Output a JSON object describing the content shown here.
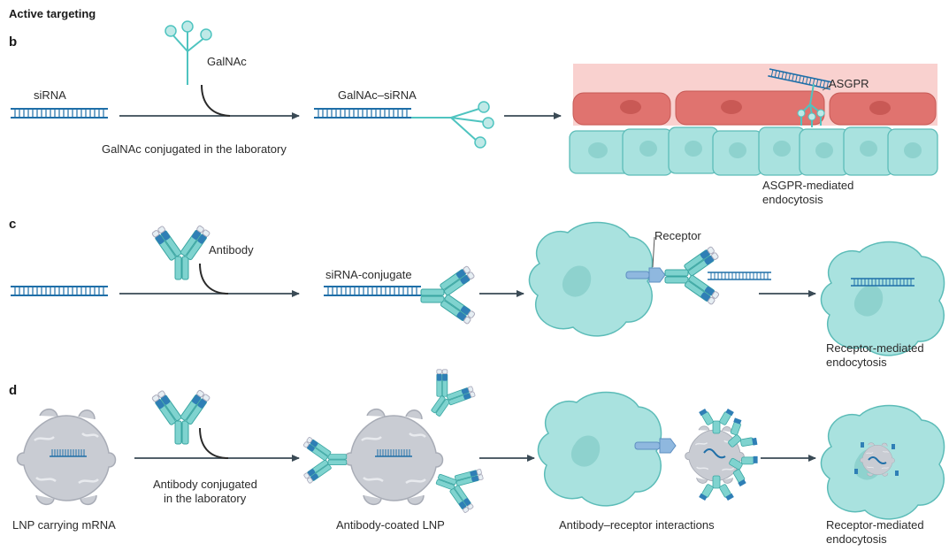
{
  "header": {
    "title": "Active targeting"
  },
  "panels": {
    "b": {
      "letter": "b",
      "sirna": "siRNA",
      "galnac": "GalNAc",
      "conjugated_note": "GalNAc conjugated in the laboratory",
      "galnac_sirna": "GalNAc–siRNA",
      "asgpr": "ASGPR",
      "outcome_line1": "ASGPR-mediated",
      "outcome_line2": "endocytosis"
    },
    "c": {
      "letter": "c",
      "antibody": "Antibody",
      "sirna_conjugate": "siRNA-conjugate",
      "receptor": "Receptor",
      "outcome_line1": "Receptor-mediated",
      "outcome_line2": "endocytosis"
    },
    "d": {
      "letter": "d",
      "lnp_carrying": "LNP carrying mRNA",
      "conjugated_line1": "Antibody conjugated",
      "conjugated_line2": "in the laboratory",
      "antibody_coated": "Antibody-coated LNP",
      "interactions": "Antibody–receptor interactions",
      "outcome_line1": "Receptor-mediated",
      "outcome_line2": "endocytosis"
    }
  },
  "colors": {
    "rna": "#1f6fa8",
    "galnac": "#4fc4c0",
    "cell": "#a9e2df",
    "cell_stroke": "#5cbcb8",
    "red_cell": "#e0736f",
    "tissue_bg": "#f9d1cf",
    "lnp": "#c9ccd3",
    "arrow": "#3a4a55"
  }
}
